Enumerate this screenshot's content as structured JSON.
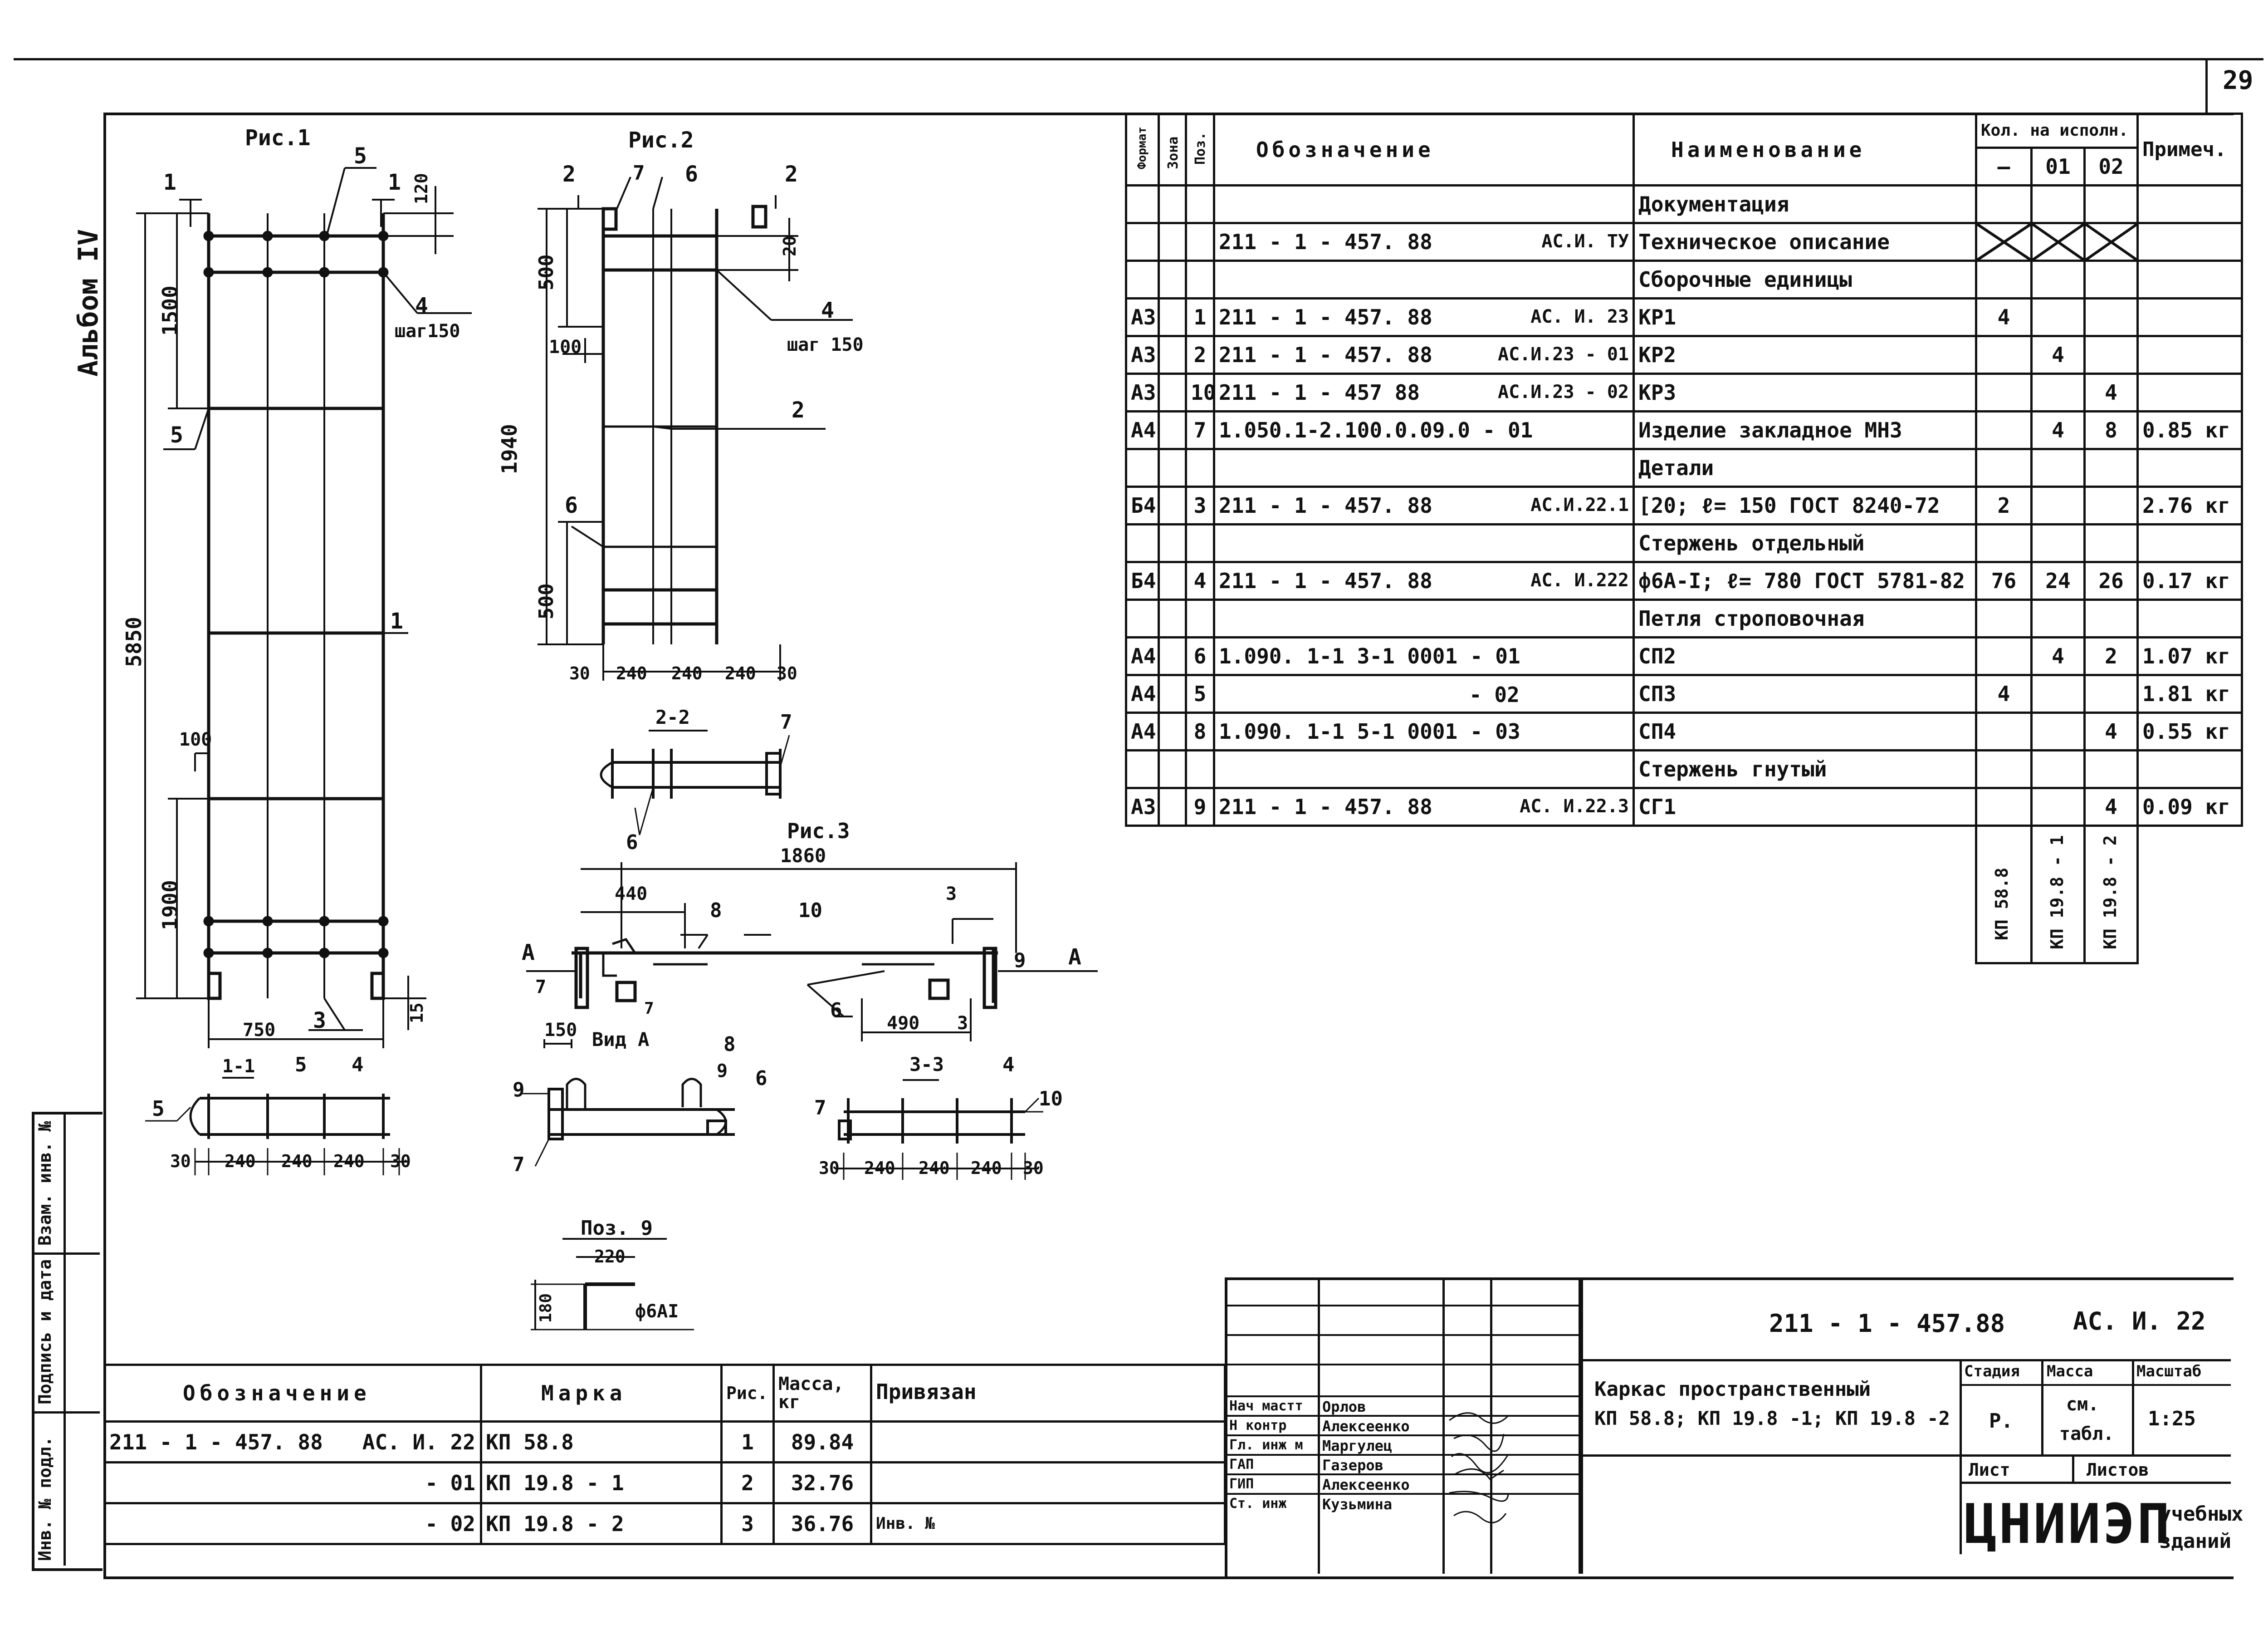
{
  "sheet_number": "29",
  "album_label": "Альбом IV",
  "figures": {
    "fig1": {
      "title": "Рис.1",
      "section": "1-1",
      "dims": {
        "d5850": "5850",
        "d1500": "1500",
        "d1900": "1900",
        "d750": "750",
        "d100": "100",
        "d120": "120",
        "d15": "15",
        "b30a": "30",
        "b240a": "240",
        "b240b": "240",
        "b240c": "240",
        "b30b": "30"
      },
      "leaders": {
        "p1": "1",
        "p3": "3",
        "p4": "4",
        "p5": "5",
        "step": "шаг150",
        "s1a": "1",
        "s1b": "1",
        "s5b": "5",
        "s4b": "4",
        "s5c": "5"
      }
    },
    "fig2": {
      "title": "Рис.2",
      "section": "2-2",
      "dims": {
        "d1940": "1940",
        "d500a": "500",
        "d500b": "500",
        "d100": "100",
        "d20": "20",
        "b30a": "30",
        "b240a": "240",
        "b240b": "240",
        "b240c": "240",
        "b30b": "30"
      },
      "leaders": {
        "p2": "2",
        "p4": "4",
        "p6": "6",
        "p7": "7",
        "step": "шаг 150",
        "s2a": "2",
        "s2b": "2",
        "p6b": "6",
        "p7b": "7"
      }
    },
    "fig3": {
      "title": "Рис.3",
      "view": "Вид А",
      "section": "3-3",
      "dims": {
        "d1860": "1860",
        "d440": "440",
        "d490": "490",
        "d3": "3",
        "d150": "150",
        "b30a": "30",
        "b240a": "240",
        "b240b": "240",
        "b240c": "240",
        "b30b": "30"
      },
      "leaders": {
        "p8": "8",
        "p10": "10",
        "p6": "6",
        "p7a": "7",
        "p7b": "7",
        "p9": "9",
        "A1": "А",
        "A2": "А",
        "v9": "9",
        "v7": "7",
        "v8": "8",
        "v6": "6",
        "s7": "7",
        "s4": "4",
        "s10": "10"
      }
    },
    "pos9": {
      "title": "Поз. 9",
      "d220": "220",
      "d180": "180",
      "rebar": "ф6АI"
    }
  },
  "spec_table": {
    "headers": {
      "format": "Формат",
      "zone": "Зона",
      "pos": "Поз.",
      "designation": "Обозначение",
      "name": "Наименование",
      "qty": "Кол. на исполн.",
      "q0": "–",
      "q1": "01",
      "q2": "02",
      "note": "Примеч."
    },
    "rows": [
      {
        "format": "",
        "pos": "",
        "designation": "",
        "code": "",
        "name": "Документация",
        "q0": "",
        "q1": "",
        "q2": "",
        "note": "",
        "section": true
      },
      {
        "format": "",
        "pos": "",
        "designation": "211 - 1 - 457. 88",
        "code": "АС.И. ТУ",
        "name": "Техническое описание",
        "q0": "",
        "q1": "",
        "q2": "",
        "note": "",
        "crossed": true
      },
      {
        "format": "",
        "pos": "",
        "designation": "",
        "code": "",
        "name": "Сборочные  единицы",
        "q0": "",
        "q1": "",
        "q2": "",
        "note": "",
        "section": true
      },
      {
        "format": "А3",
        "pos": "1",
        "designation": "211 - 1 - 457. 88",
        "code": "АС. И. 23",
        "name": "КР1",
        "q0": "4",
        "q1": "",
        "q2": "",
        "note": ""
      },
      {
        "format": "А3",
        "pos": "2",
        "designation": "211 - 1 - 457. 88",
        "code": "АС.И.23 - 01",
        "name": "КР2",
        "q0": "",
        "q1": "4",
        "q2": "",
        "note": ""
      },
      {
        "format": "А3",
        "pos": "10",
        "designation": "211 - 1 - 457  88",
        "code": "АС.И.23 - 02",
        "name": "КР3",
        "q0": "",
        "q1": "",
        "q2": "4",
        "note": ""
      },
      {
        "format": "А4",
        "pos": "7",
        "designation": "1.050.1-2.100.0.09.0 - 01",
        "code": "",
        "name": "Изделие закладное МН3",
        "q0": "",
        "q1": "4",
        "q2": "8",
        "note": "0.85 кг"
      },
      {
        "format": "",
        "pos": "",
        "designation": "",
        "code": "",
        "name": "Детали",
        "q0": "",
        "q1": "",
        "q2": "",
        "note": "",
        "section": true
      },
      {
        "format": "Б4",
        "pos": "3",
        "designation": "211 - 1 - 457. 88",
        "code": "АС.И.22.1",
        "name": "[20; ℓ= 150  ГОСТ 8240-72",
        "q0": "2",
        "q1": "",
        "q2": "",
        "note": "2.76 кг"
      },
      {
        "format": "",
        "pos": "",
        "designation": "",
        "code": "",
        "name": "Стержень отдельный",
        "q0": "",
        "q1": "",
        "q2": "",
        "note": "",
        "section": true
      },
      {
        "format": "Б4",
        "pos": "4",
        "designation": "211 - 1 - 457. 88",
        "code": "АС. И.222",
        "name": "ф6А-I; ℓ= 780  ГОСТ 5781-82",
        "q0": "76",
        "q1": "24",
        "q2": "26",
        "note": "0.17 кг"
      },
      {
        "format": "",
        "pos": "",
        "designation": "",
        "code": "",
        "name": "Петля строповочная",
        "q0": "",
        "q1": "",
        "q2": "",
        "note": "",
        "section": true
      },
      {
        "format": "А4",
        "pos": "6",
        "designation": "1.090. 1-1  3-1  0001 - 01",
        "code": "",
        "name": "СП2",
        "q0": "",
        "q1": "4",
        "q2": "2",
        "note": "1.07 кг"
      },
      {
        "format": "А4",
        "pos": "5",
        "designation": "- 02",
        "code": "",
        "name": "СП3",
        "q0": "4",
        "q1": "",
        "q2": "",
        "note": "1.81 кг",
        "right": true
      },
      {
        "format": "А4",
        "pos": "8",
        "designation": "1.090. 1-1  5-1  0001 - 03",
        "code": "",
        "name": "СП4",
        "q0": "",
        "q1": "",
        "q2": "4",
        "note": "0.55 кг"
      },
      {
        "format": "",
        "pos": "",
        "designation": "",
        "code": "",
        "name": "Стержень гнутый",
        "q0": "",
        "q1": "",
        "q2": "",
        "note": "",
        "section": true
      },
      {
        "format": "А3",
        "pos": "9",
        "designation": "211 - 1 - 457. 88",
        "code": "АС. И.22.3",
        "name": "СГ1",
        "q0": "",
        "q1": "",
        "q2": "4",
        "note": "0.09 кг"
      }
    ],
    "column_marks": [
      "КП 58.8",
      "КП 19.8 - 1",
      "КП 19.8 - 2"
    ]
  },
  "marks_table": {
    "headers": {
      "designation": "Обозначение",
      "mark": "Марка",
      "fig": "Рис.",
      "mass": "Масса, кг"
    },
    "rows": [
      {
        "designation": "211 - 1 - 457. 88",
        "code": "АС. И. 22",
        "mark": "КП 58.8",
        "fig": "1",
        "mass": "89.84"
      },
      {
        "designation": "",
        "code": "- 01",
        "mark": "КП 19.8 - 1",
        "fig": "2",
        "mass": "32.76"
      },
      {
        "designation": "",
        "code": "- 02",
        "mark": "КП 19.8 - 2",
        "fig": "3",
        "mass": "36.76"
      }
    ],
    "tied": "Привязан",
    "inv": "Инв. №"
  },
  "side_stamp": {
    "a": "Взам. инв. №",
    "b": "Подпись и дата",
    "c": "Инв. № подл."
  },
  "title_block": {
    "doc_code": "211 - 1 - 457.88",
    "doc_suffix": "АС. И. 22",
    "title_line1": "Каркас пространственный",
    "title_line2": "КП 58.8; КП 19.8 -1;  КП 19.8 -2",
    "stage_hdr": "Стадия",
    "mass_hdr": "Масса",
    "scale_hdr": "Масштаб",
    "stage": "Р.",
    "mass_line1": "см.",
    "mass_line2": "табл.",
    "scale": "1:25",
    "sheet_hdr": "Лист",
    "sheets_hdr": "Листов",
    "org_big": "ЦНИИЭП",
    "org_small1": "учебных",
    "org_small2": "зданий",
    "signers": [
      {
        "role": "Нач мастт",
        "name": "Орлов"
      },
      {
        "role": "Н контр",
        "name": "Алексеенко"
      },
      {
        "role": "Гл. инж м",
        "name": "Маргулец"
      },
      {
        "role": "ГАП",
        "name": "Газеров"
      },
      {
        "role": "ГИП",
        "name": "Алексеенко"
      },
      {
        "role": "Ст. инж",
        "name": "Кузьмина"
      }
    ]
  },
  "colors": {
    "ink": "#111111",
    "paper": "#ffffff"
  }
}
